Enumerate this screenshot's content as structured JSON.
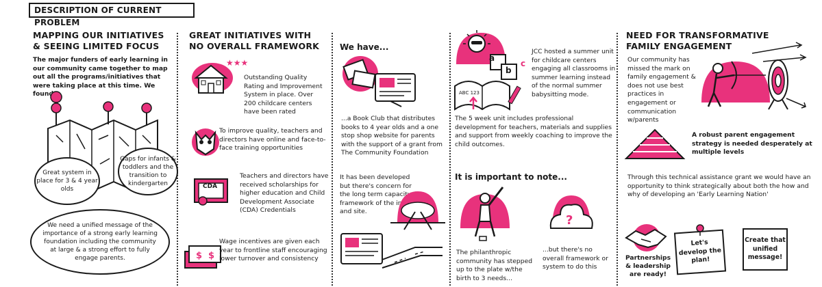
{
  "banner": "DESCRIPTION OF CURRENT PROBLEM",
  "col1": {
    "title_line1": "MAPPING OUR INITIATIVES",
    "title_line2": "& SEEING LIMITED FOCUS",
    "intro": "The major funders of early learning in our community came together to map out all the programs/initiatives that were taking place at this time. We found...",
    "cloud_left": "Great system in place for 3 & 4 year olds",
    "cloud_right": "Gaps for infants & toddlers and the transition to kindergarten",
    "cloud_bottom": "We need a unified message of the importance of a strong early learning foundation including the community at large & a strong effort to fully engage parents."
  },
  "col2": {
    "title_line1": "GREAT INITIATIVES WITH",
    "title_line2": "NO OVERALL FRAMEWORK",
    "item1": "Outstanding Quality Rating and Improvement System in place. Over 200 childcare centers have been rated",
    "item2": "To improve quality, teachers and directors have online and face-to-face training opportunities",
    "item3": "Teachers and directors have received scholarships for higher education and Child Development Associate (CDA) Credentials",
    "cda_label": "CDA",
    "item4": "Wage incentives are given each year to frontline staff encouraging lower turnover and consistency"
  },
  "col3": {
    "we_have": "We have...",
    "book_club": "...a Book Club that distributes books to 4 year olds and a one stop shop website for parents with the support of a grant from The Community Foundation",
    "developed": "It has been developed but there's concern for the long term capacity & framework of the info and site."
  },
  "col4": {
    "jcc": "JCC hosted a summer unit for childcare centers engaging all classrooms in summer learning instead of the normal summer babysitting mode.",
    "block_a": "a",
    "block_b": "b",
    "block_c": "c",
    "book_text": "ABC 123",
    "five_week": "The 5 week unit includes professional development for teachers, materials and supplies and support from weekly coaching to improve the child outcomes.",
    "important": "It is important to note...",
    "philanthropic": "The philanthropic community has stepped up to the plate w/the birth to 3 needs...",
    "no_framework": "...but there's no overall framework or system to do this"
  },
  "col5": {
    "title_line1": "NEED FOR TRANSFORMATIVE",
    "title_line2": "FAMILY ENGAGEMENT",
    "missed": "Our community has missed the mark on family engagement & does not use best practices in engagement or communication w/parents",
    "robust": "A robust parent engagement strategy is needed desperately at multiple levels",
    "grant": "Through this technical assistance grant we would have an opportunity to think strategically about both the how and why of developing an 'Early Learning Nation'",
    "partnerships": "Partnerships & leadership are ready!",
    "plan": "Let's develop the plan!",
    "message": "Create that unified message!"
  },
  "colors": {
    "accent": "#e8327c",
    "ink": "#1a1a1a"
  }
}
